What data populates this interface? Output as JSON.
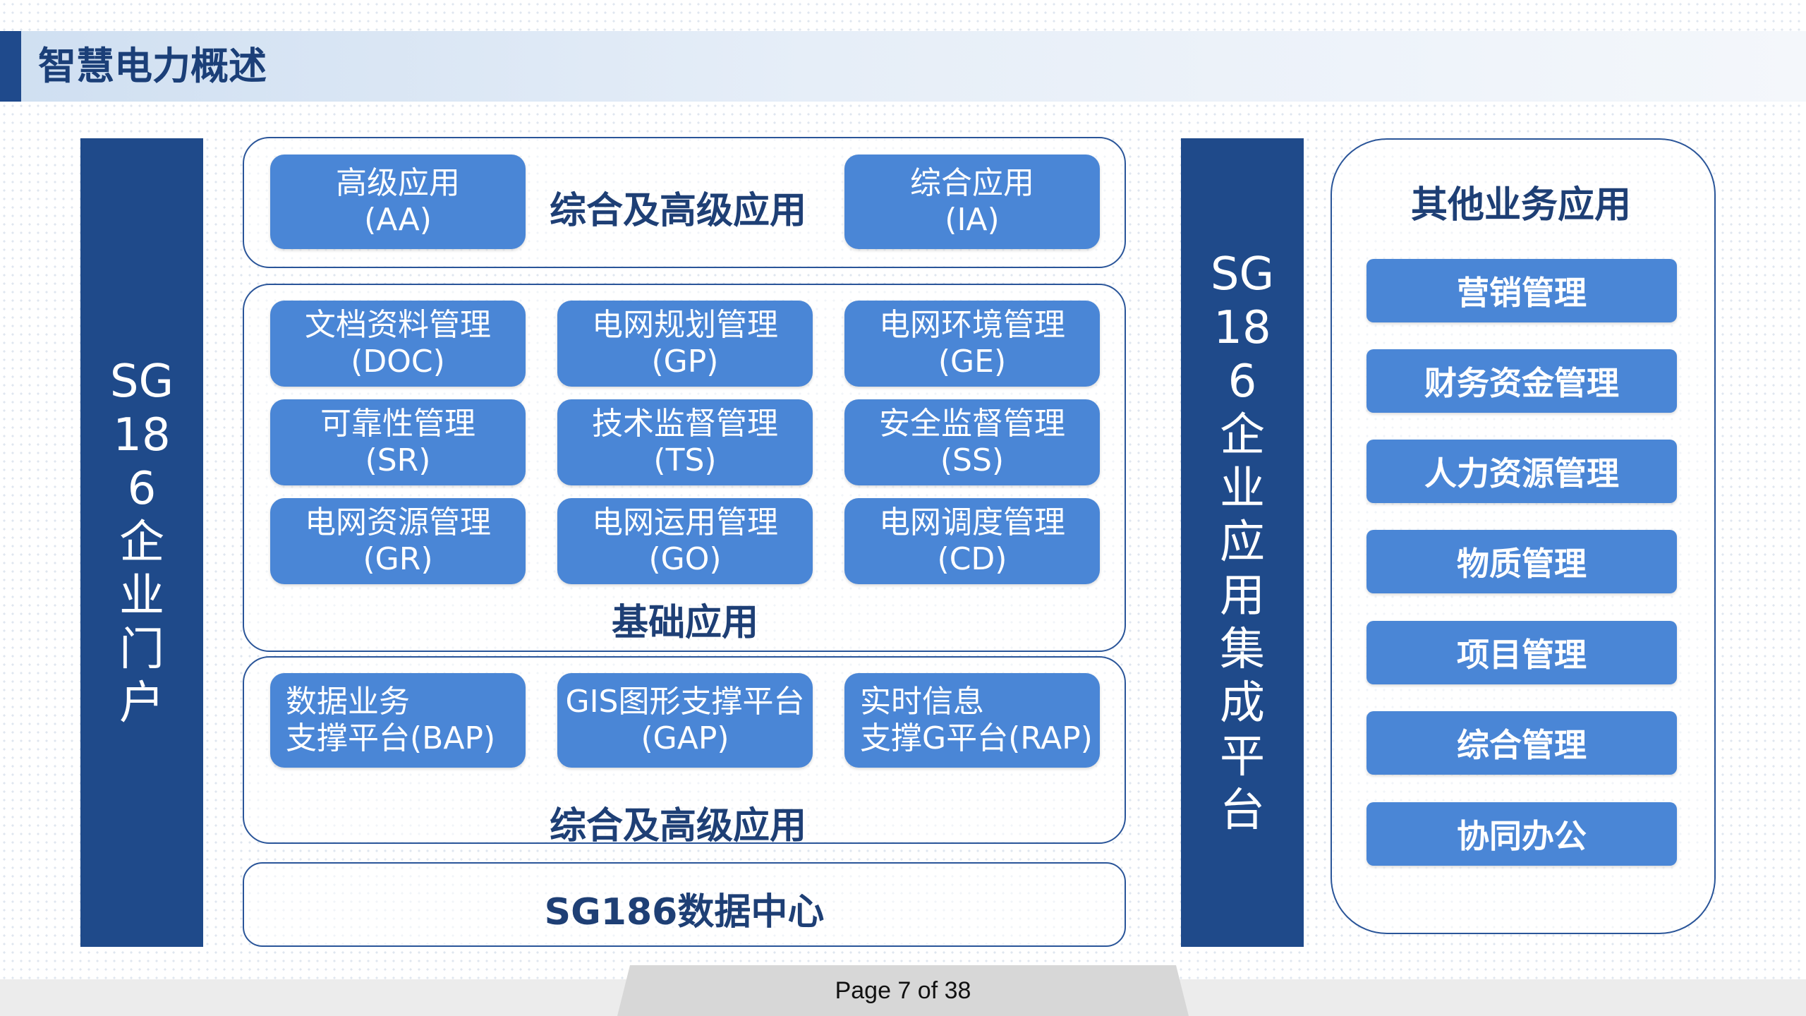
{
  "header": {
    "title": "智慧电力概述"
  },
  "left_bar": {
    "text": "SG 186 企业门户"
  },
  "right_bar": {
    "text": "SG 186 企业应用集成平台"
  },
  "top_panel": {
    "label": "综合及高级应用",
    "tiles": [
      {
        "line1": "高级应用",
        "line2": "(AA)"
      },
      {
        "line1": "综合应用",
        "line2": "(IA)"
      }
    ]
  },
  "base_panel": {
    "label": "基础应用",
    "tiles": [
      {
        "line1": "文档资料管理",
        "line2": "(DOC)"
      },
      {
        "line1": "电网规划管理",
        "line2": "(GP)"
      },
      {
        "line1": "电网环境管理",
        "line2": "(GE)"
      },
      {
        "line1": "可靠性管理",
        "line2": "(SR)"
      },
      {
        "line1": "技术监督管理",
        "line2": "(TS)"
      },
      {
        "line1": "安全监督管理",
        "line2": "(SS)"
      },
      {
        "line1": "电网资源管理",
        "line2": "(GR)"
      },
      {
        "line1": "电网运用管理",
        "line2": "(GO)"
      },
      {
        "line1": "电网调度管理",
        "line2": "(CD)"
      }
    ]
  },
  "platform_panel": {
    "label": "综合及高级应用",
    "tiles": [
      {
        "line1": "数据业务",
        "line2": "支撑平台(BAP)"
      },
      {
        "line1": "GIS图形支撑平台",
        "line2": "(GAP)"
      },
      {
        "line1": "实时信息",
        "line2": "支撑G平台(RAP)"
      }
    ]
  },
  "data_center": {
    "label": "SG186数据中心"
  },
  "right_panel": {
    "title": "其他业务应用",
    "items": [
      "营销管理",
      "财务资金管理",
      "人力资源管理",
      "物质管理",
      "项目管理",
      "综合管理",
      "协同办公"
    ]
  },
  "footer": {
    "page": "Page 7 of 38"
  },
  "colors": {
    "dark_blue": "#1f4a8a",
    "tile_blue": "#4a86d6",
    "title_text": "#1e3f75"
  }
}
